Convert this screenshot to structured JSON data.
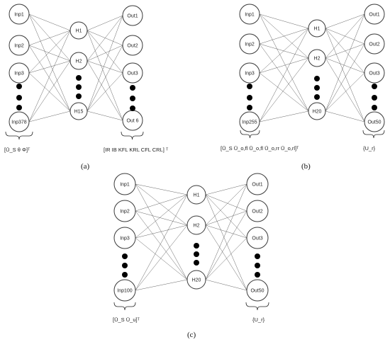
{
  "networks": [
    {
      "caption": "(a)",
      "inputs": [
        "Inp1",
        "Inp2",
        "Inp3",
        "Inp378"
      ],
      "hidden": [
        "H1",
        "H2",
        "H15"
      ],
      "outputs": [
        "Out1",
        "Out2",
        "Out3",
        "Out 6"
      ],
      "input_vector": "[Ū_S θ Φ]ᵀ",
      "output_vector": "[IR IB KFL KRL CFL CRL] ᵀ"
    },
    {
      "caption": "(b)",
      "inputs": [
        "Inp1",
        "Inp2",
        "Inp3",
        "Inp255"
      ],
      "hidden": [
        "H1",
        "H2",
        "H20"
      ],
      "outputs": [
        "Out1",
        "Out2",
        "Out3",
        "Out50"
      ],
      "input_vector": "[Ū_S Ū_o,fl Ū_o,fl Ū_o,rr Ū_o,rl]ᵀ",
      "output_vector": "{U_r}"
    },
    {
      "caption": "(c)",
      "inputs": [
        "Inp1",
        "Inp2",
        "Inp3",
        "Inp100"
      ],
      "hidden": [
        "H1",
        "H2",
        "H20"
      ],
      "outputs": [
        "Out1",
        "Out2",
        "Out3",
        "Out50"
      ],
      "input_vector": "[Ū_S Ū_u]ᵀ",
      "output_vector": "{U_r}"
    }
  ]
}
